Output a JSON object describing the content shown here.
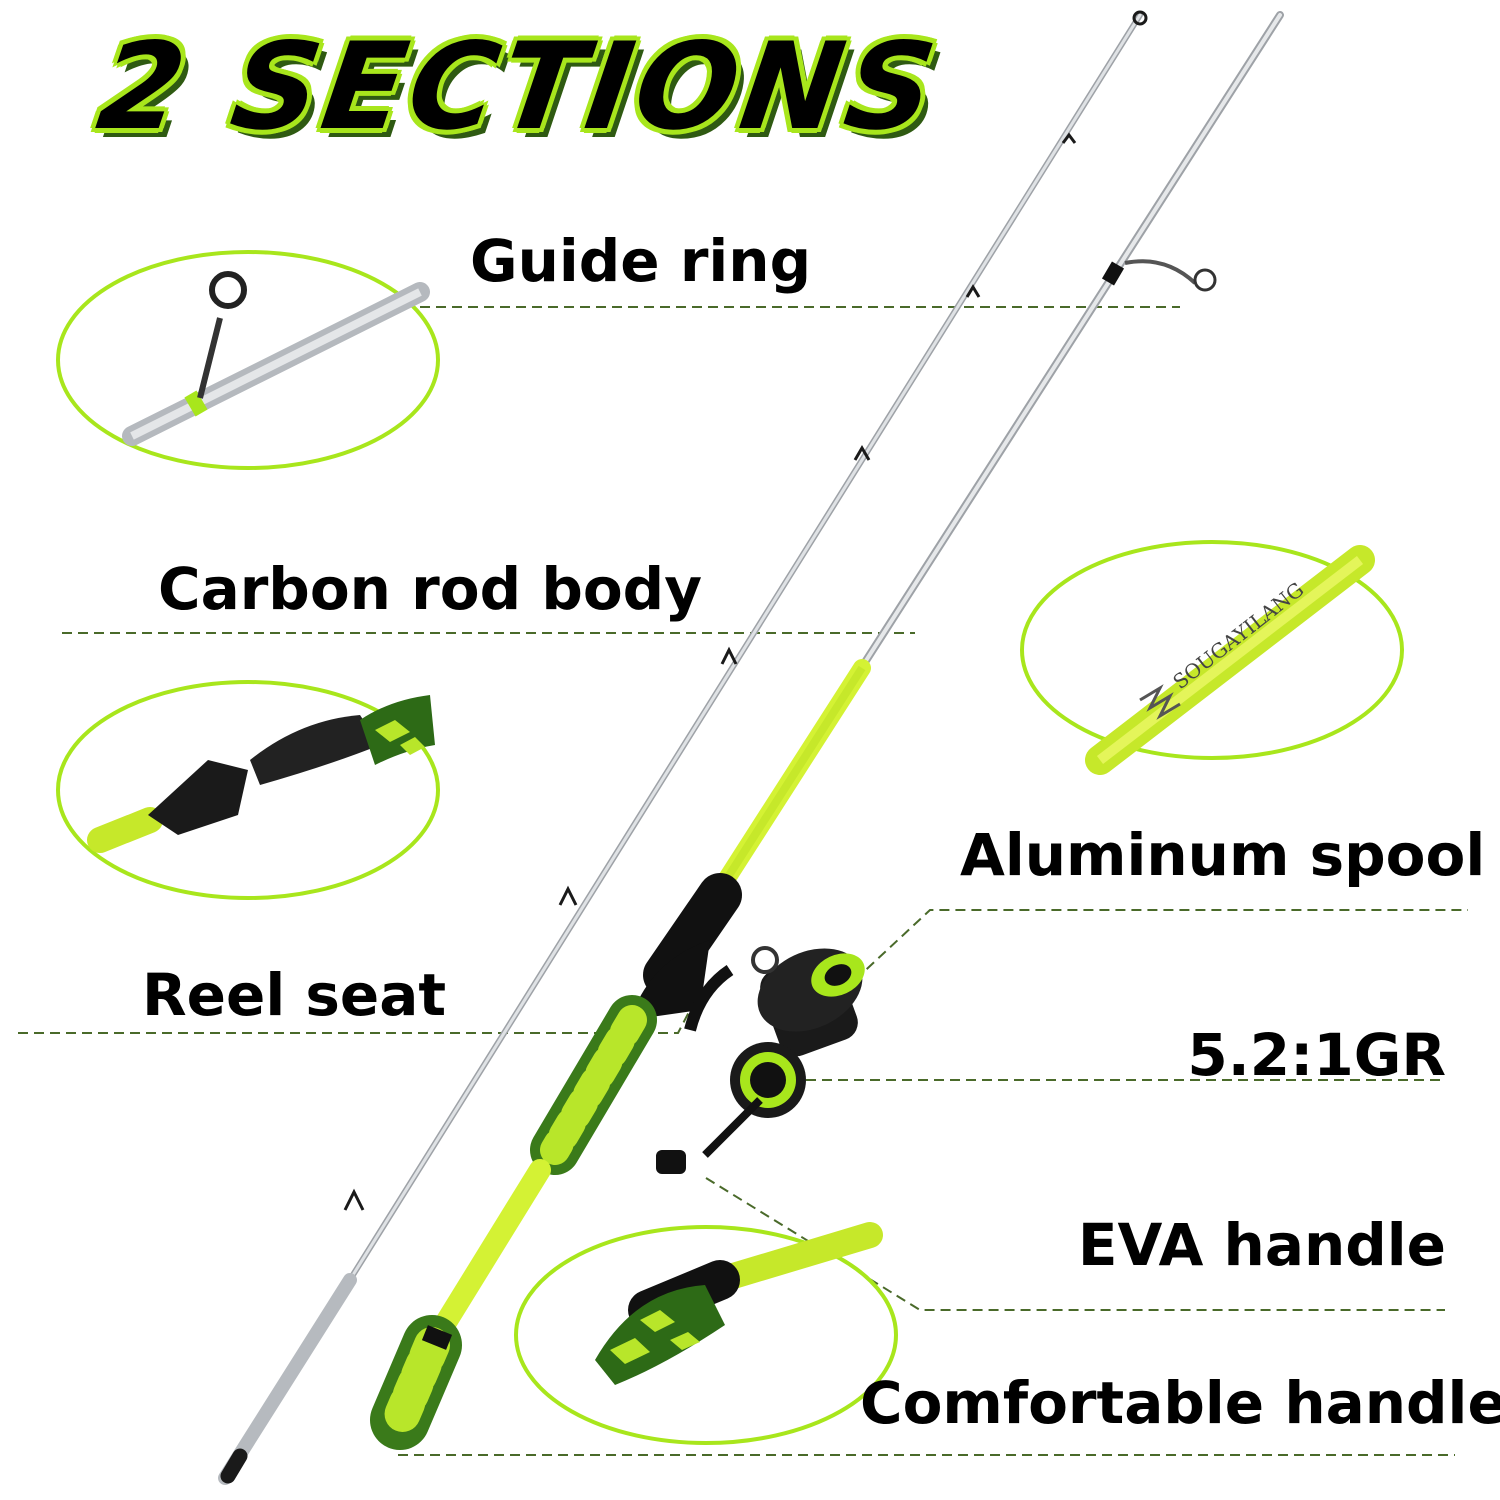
{
  "title": "2 SECTIONS",
  "brand": "SOUGAYILANG",
  "labels": {
    "guide_ring": "Guide ring",
    "carbon_rod_body": "Carbon rod body",
    "aluminum_spool": "Aluminum spool",
    "reel_seat": "Reel seat",
    "gear_ratio": "5.2:1GR",
    "eva_handle": "EVA handle",
    "comfortable_handle": "Comfortable handle"
  },
  "colors": {
    "accent": "#a8e61c",
    "accent_dark": "#2f5a12",
    "rod_silver": "#c9ccd0",
    "reel_black": "#1a1a1a",
    "leader_line": "#4a6a2a"
  }
}
